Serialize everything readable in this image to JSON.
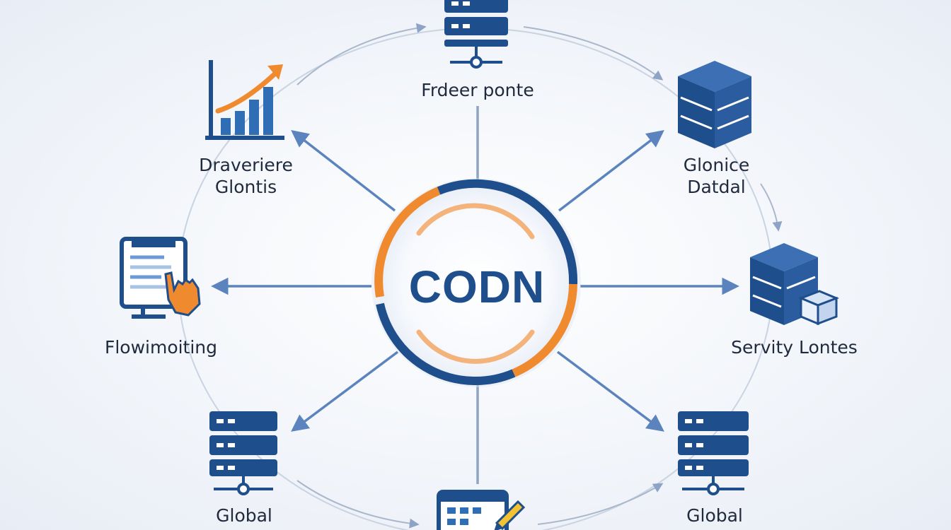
{
  "hub": {
    "label": "CODN"
  },
  "nodes": {
    "top": {
      "label": "Frdeer ponte",
      "icon": "server-icon"
    },
    "top_left": {
      "line1": "Draveriere",
      "line2": "Glontis",
      "icon": "bar-chart-icon"
    },
    "top_right": {
      "line1": "Glonice",
      "line2": "Datdal",
      "icon": "database-cube-icon"
    },
    "left": {
      "label": "Flowimoiting",
      "icon": "monitor-hand-icon"
    },
    "right": {
      "label": "Servity Lontes",
      "icon": "database-cube-icon"
    },
    "bottom_left": {
      "label": "Global",
      "icon": "server-icon"
    },
    "bottom_right": {
      "label": "Global",
      "icon": "server-icon"
    },
    "bottom": {
      "icon": "calendar-pencil-icon"
    }
  },
  "colors": {
    "navy": "#1f4e8c",
    "orange": "#f08a2e",
    "arrow": "#5b84bf",
    "text": "#1f2a3d"
  }
}
